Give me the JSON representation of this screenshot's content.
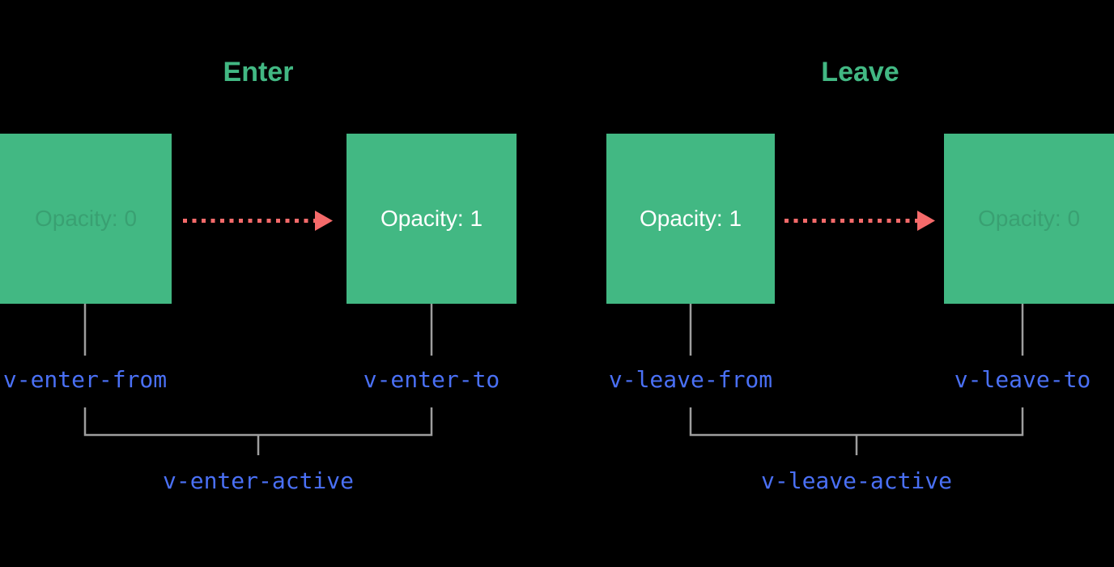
{
  "colors": {
    "green": "#42b883",
    "red": "#f56a6a",
    "blue": "#4a70f5",
    "gray": "#9e9e9e",
    "white": "#ffffff",
    "faded-text": "rgba(0,0,0,0.13)",
    "background": "#000000"
  },
  "diagram": {
    "enter": {
      "title": "Enter",
      "from_box_label": "Opacity: 0",
      "to_box_label": "Opacity: 1",
      "from_class": "v-enter-from",
      "to_class": "v-enter-to",
      "active_class": "v-enter-active"
    },
    "leave": {
      "title": "Leave",
      "from_box_label": "Opacity: 1",
      "to_box_label": "Opacity: 0",
      "from_class": "v-leave-from",
      "to_class": "v-leave-to",
      "active_class": "v-leave-active"
    }
  }
}
